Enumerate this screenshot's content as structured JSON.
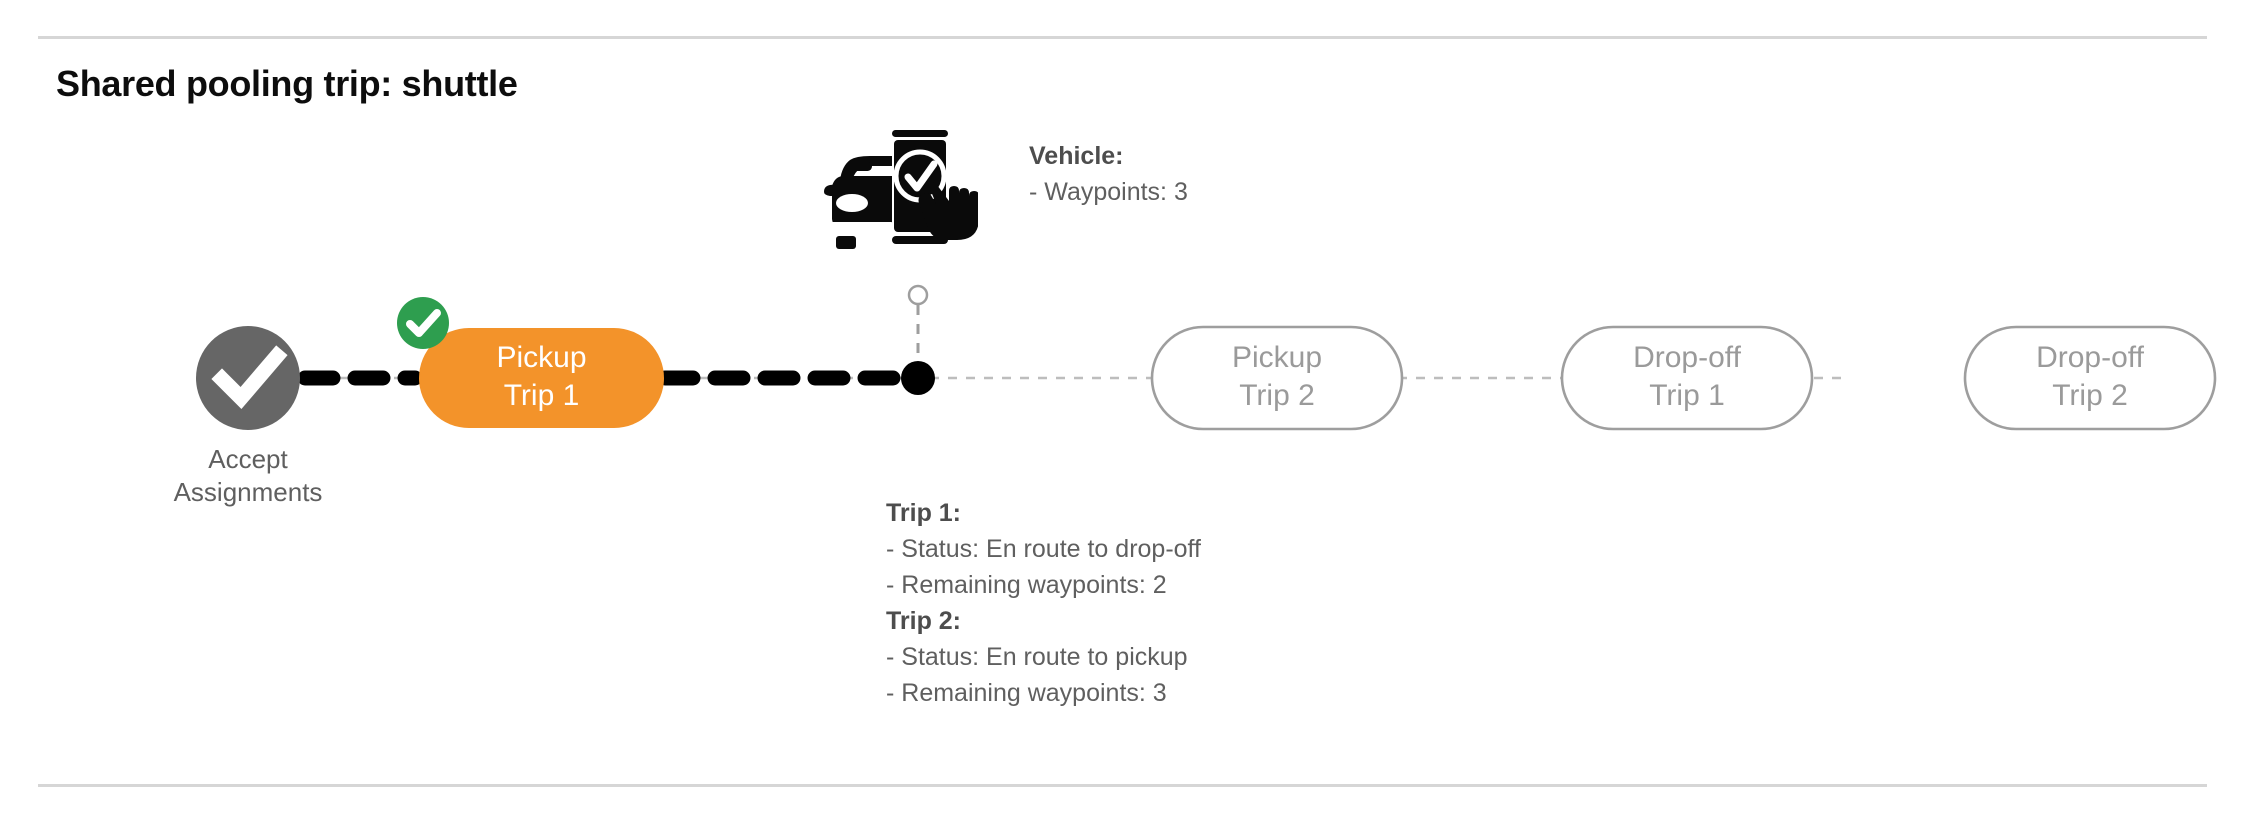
{
  "page": {
    "title": "Shared pooling trip: shuttle",
    "background": "#ffffff",
    "divider_color": "#d6d6d6"
  },
  "colors": {
    "active_pill": "#F3932A",
    "active_pill_text": "#ffffff",
    "completed_node": "#666666",
    "success_badge": "#2E9E4F",
    "future_pill_border": "#9e9e9e",
    "future_pill_text": "#9a9a9a",
    "traveled_path": "#000000",
    "upcoming_path": "#bdbdbd",
    "label_text": "#5f5f5f"
  },
  "timeline": {
    "start_node": {
      "icon": "check-circle-icon",
      "label_line1": "Accept",
      "label_line2": "Assignments",
      "state": "completed"
    },
    "nodes": [
      {
        "id": "pickup-trip-1",
        "line1": "Pickup",
        "line2": "Trip 1",
        "state": "active",
        "badge": "check-badge-icon"
      },
      {
        "id": "pickup-trip-2",
        "line1": "Pickup",
        "line2": "Trip 2",
        "state": "upcoming",
        "badge": null
      },
      {
        "id": "drop-off-trip-1",
        "line1": "Drop-off",
        "line2": "Trip 1",
        "state": "upcoming",
        "badge": null
      },
      {
        "id": "drop-off-trip-2",
        "line1": "Drop-off",
        "line2": "Trip 2",
        "state": "upcoming",
        "badge": null
      }
    ],
    "vehicle_marker": {
      "icon": "vehicle-phone-check-icon",
      "position_dot": "current-position-dot"
    }
  },
  "vehicle_info": {
    "heading": "Vehicle:",
    "rows": [
      "- Waypoints: 3"
    ]
  },
  "trip_info": {
    "groups": [
      {
        "heading": "Trip 1:",
        "rows": [
          "- Status:  En route to drop-off",
          "- Remaining waypoints: 2"
        ]
      },
      {
        "heading": "Trip 2:",
        "rows": [
          "- Status:  En route to pickup",
          "- Remaining waypoints: 3"
        ]
      }
    ]
  }
}
